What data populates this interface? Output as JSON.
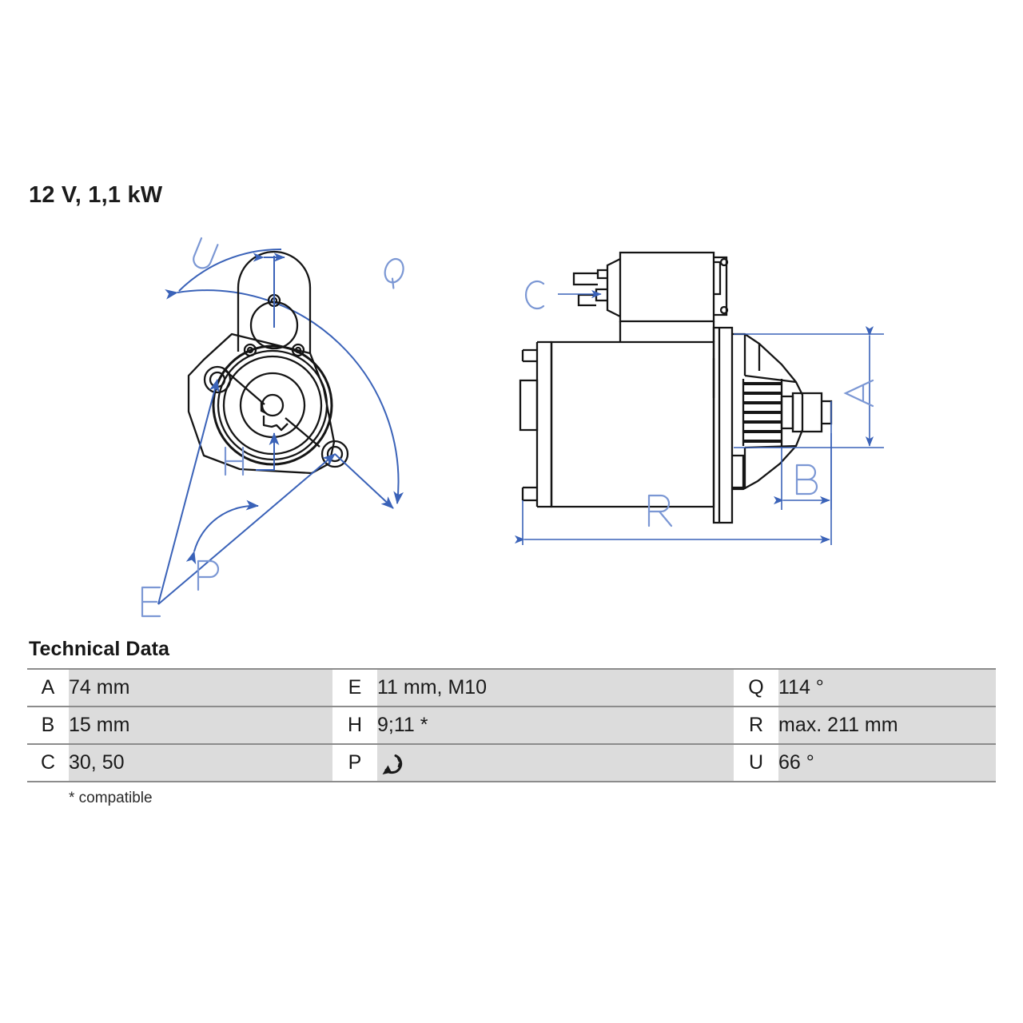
{
  "product": {
    "spec_title": "12 V, 1,1 kW"
  },
  "drawings": {
    "front_view": {
      "name": "starter-front-view",
      "labels": [
        {
          "id": "U",
          "text": "U"
        },
        {
          "id": "Q",
          "text": "Q"
        },
        {
          "id": "H",
          "text": "H"
        },
        {
          "id": "P",
          "text": "P"
        },
        {
          "id": "E",
          "text": "E"
        }
      ]
    },
    "side_view": {
      "name": "starter-side-view",
      "labels": [
        {
          "id": "C",
          "text": "C"
        },
        {
          "id": "A",
          "text": "A"
        },
        {
          "id": "B",
          "text": "B"
        },
        {
          "id": "R",
          "text": "R"
        }
      ]
    },
    "colors": {
      "dimension_blue": "#3a62b8",
      "label_blue": "#6f8fd0",
      "outline_black": "#151515"
    }
  },
  "technical_data": {
    "heading": "Technical Data",
    "rows": [
      {
        "k1": "A",
        "v1": "74 mm",
        "k2": "E",
        "v2": "11 mm, M10",
        "k3": "Q",
        "v3": "114 °"
      },
      {
        "k1": "B",
        "v1": "15 mm",
        "k2": "H",
        "v2": "9;11 *",
        "k3": "R",
        "v3": "max. 211 mm"
      },
      {
        "k1": "C",
        "v1": "30, 50",
        "k2": "P",
        "v2": "",
        "k3": "U",
        "v3": "66 °"
      }
    ],
    "p_icon": "rotation-ccw-icon",
    "footnote": "* compatible"
  }
}
